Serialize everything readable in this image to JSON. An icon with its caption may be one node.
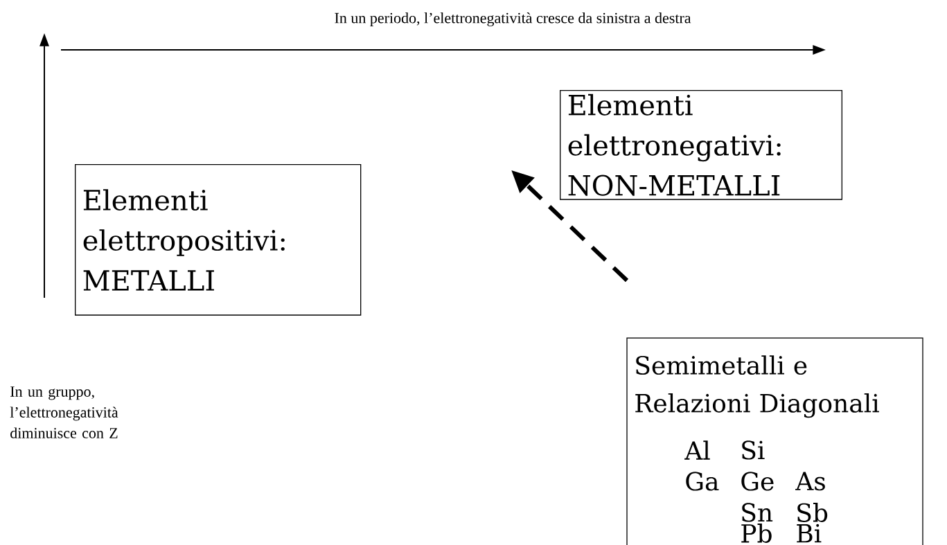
{
  "diagram": {
    "nodes": [
      {
        "text": [
          "Elementi elettropositivi: METALLI"
        ]
      },
      {
        "text": [
          "Elementi elettronegativi: NON-METALLI"
        ]
      },
      {
        "text": [
          "Semimetalli e Relazioni Diagonali",
          "Al",
          "Si",
          "Ga",
          "Ge",
          "As",
          "Sn",
          "Sb",
          "Pb",
          "Bi"
        ]
      }
    ],
    "edges": [
      {
        "from": 2,
        "to": 1,
        "arrow": "to",
        "style": "dashed"
      }
    ],
    "labels": [
      "In un periodo, l’elettronegatività cresce da sinistra a destra",
      "In un gruppo, l’elettronegatività diminuisce con Z"
    ]
  }
}
